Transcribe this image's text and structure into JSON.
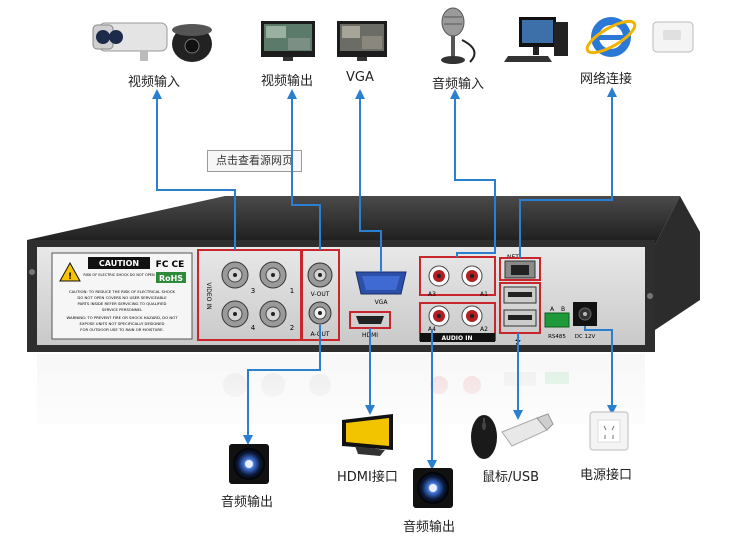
{
  "top_labels": {
    "video_in": "视频输入",
    "video_out": "视频输出",
    "vga": "VGA",
    "audio_in": "音频输入",
    "network": "网络连接"
  },
  "view_source_button": "点击查看源网页",
  "panel": {
    "caution_title": "CAUTION",
    "caution_sub": "RISK OF ELECTRIC SHOCK DO NOT OPEN",
    "caution_text_1": "CAUTION: TO REDUCE THE RISK OF ELECTRICAL SHOCK",
    "caution_text_2": "DO NOT OPEN COVERS NO USER SERVICEABLE",
    "caution_text_3": "PARTS INSIDE REFER SERVICING TO QUALIFIED",
    "caution_text_4": "SERVICE PERSONNEL",
    "warning_text_1": "WARNING: TO PREVENT FIRE OR SHOCK HAZARD, DO NOT",
    "warning_text_2": "EXPOSE UNITS NOT SPECIFICALLY DESIGNED",
    "warning_text_3": "FOR OUTDOOR USE TO RAIN OR MOISTURE.",
    "fc_mark": "FC CE",
    "rohs_mark": "RoHS",
    "video_in_tag": "VIDEO IN",
    "ch1": "1",
    "ch2": "2",
    "ch3": "3",
    "ch4": "4",
    "v_out": "V-OUT",
    "a_out": "A-OUT",
    "vga": "VGA",
    "hdmi": "HDMI",
    "net": "NET",
    "a1": "A1",
    "a2": "A2",
    "a3": "A3",
    "a4": "A4",
    "audio_in": "AUDIO IN",
    "rs485": "RS485",
    "dc12v": "DC 12V",
    "a_term": "A",
    "b_term": "B"
  },
  "bottom_labels": {
    "audio_out_1": "音频输出",
    "hdmi_port": "HDMI接口",
    "audio_out_2": "音频输出",
    "mouse_usb": "鼠标/USB",
    "power_port": "电源接口"
  },
  "colors": {
    "arrow": "#2a7fd0",
    "panel_frame": "#3a3a3a",
    "panel_face": "#dcdcdc",
    "highlight_box": "#c8262a"
  },
  "icons": [
    "camera-bullet-icon",
    "camera-dome-icon",
    "monitor-icon",
    "monitor-vga-icon",
    "microphone-icon",
    "computer-icon",
    "ie-browser-icon",
    "router-icon",
    "speaker-icon",
    "hdmi-monitor-icon",
    "mouse-icon",
    "usb-drive-icon",
    "power-socket-icon"
  ]
}
